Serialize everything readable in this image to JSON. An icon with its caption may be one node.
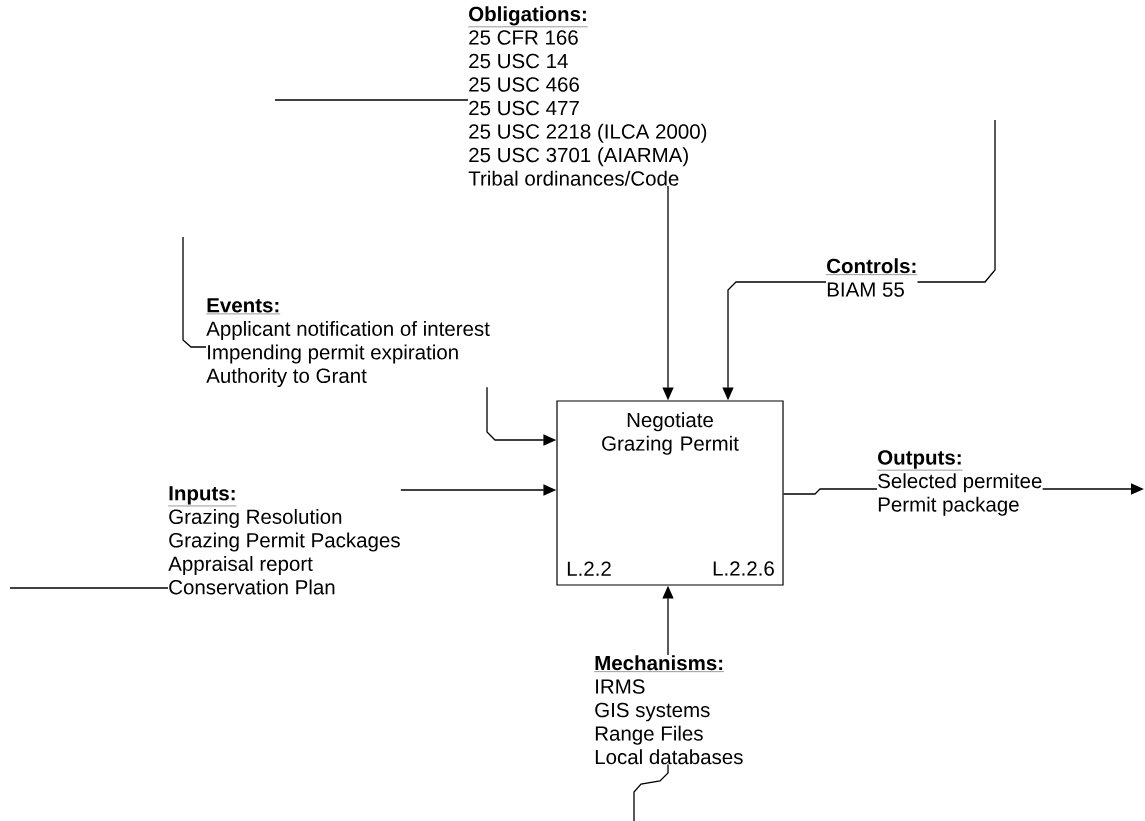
{
  "diagram": {
    "nodes": [
      {
        "text": [
          "Negotiate Grazing Permit",
          "L.2.2",
          "L.2.2.6"
        ]
      },
      {
        "text": [
          "Obligations:",
          "25 CFR 166",
          "25 USC 14",
          "25 USC 466",
          "25 USC 477",
          "25 USC 2218 (ILCA 2000)",
          "25 USC 3701 (AIARMA)",
          "Tribal ordinances/Code"
        ]
      },
      {
        "text": [
          "Events:",
          "Applicant notification of interest",
          "Impending permit expiration",
          "Authority to Grant"
        ]
      },
      {
        "text": [
          "Controls:",
          "BIAM 55"
        ]
      },
      {
        "text": [
          "Inputs:",
          "Grazing Resolution",
          "Grazing Permit Packages",
          "Appraisal report",
          "Conservation Plan"
        ]
      },
      {
        "text": [
          "Outputs:",
          "Selected permitee",
          "Permit package"
        ]
      },
      {
        "text": [
          "Mechanisms:",
          "IRMS",
          "GIS systems",
          "Range Files",
          "Local databases"
        ]
      }
    ],
    "edges": [
      {
        "from": null,
        "to": 1,
        "arrow": "none"
      },
      {
        "from": 1,
        "to": 0,
        "arrow": "to"
      },
      {
        "from": null,
        "to": 3,
        "arrow": "none"
      },
      {
        "from": 3,
        "to": 0,
        "arrow": "to"
      },
      {
        "from": null,
        "to": 2,
        "arrow": "none"
      },
      {
        "from": 2,
        "to": 0,
        "arrow": "to"
      },
      {
        "from": 4,
        "to": 0,
        "arrow": "to"
      },
      {
        "from": null,
        "to": 4,
        "arrow": "none"
      },
      {
        "from": 0,
        "to": 5,
        "arrow": "none"
      },
      {
        "from": 5,
        "to": null,
        "arrow": "to"
      },
      {
        "from": 6,
        "to": 0,
        "arrow": "to"
      },
      {
        "from": null,
        "to": 6,
        "arrow": "none"
      }
    ]
  }
}
